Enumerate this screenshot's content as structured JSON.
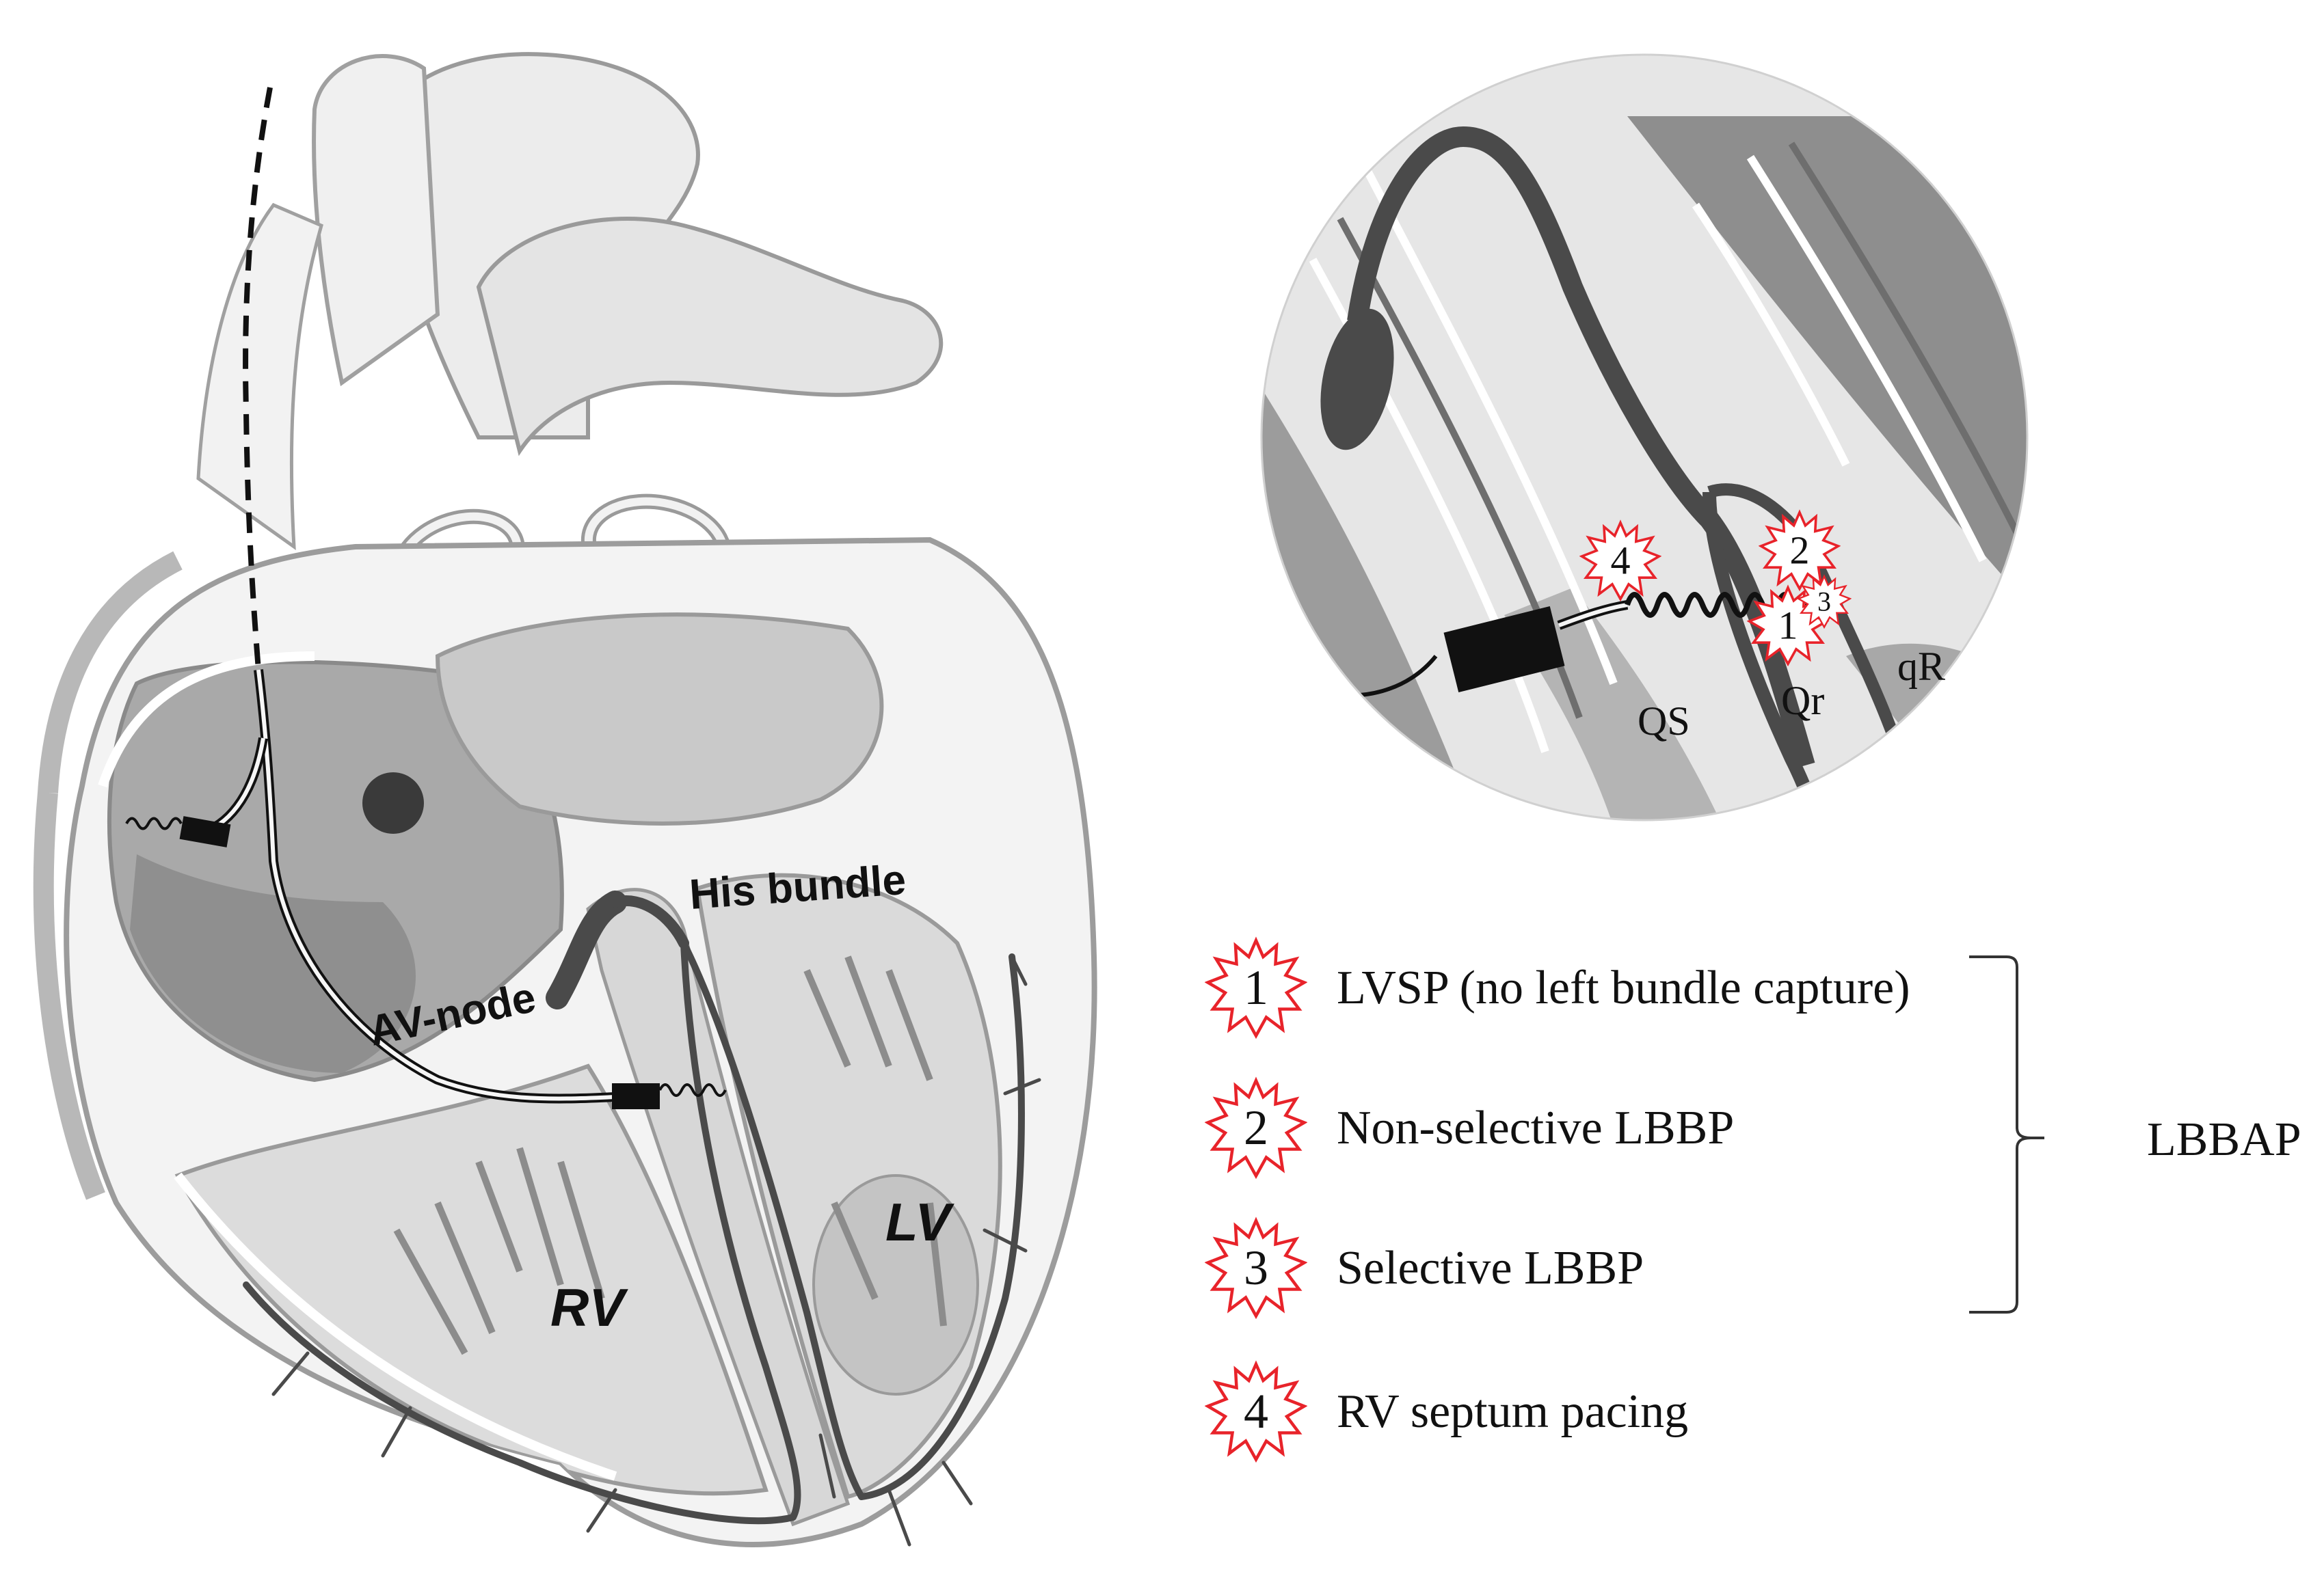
{
  "heart": {
    "labels": {
      "his_bundle": "His bundle",
      "av_node": "AV-node",
      "lv": "LV",
      "rv": "RV"
    }
  },
  "inset": {
    "labels": {
      "qs": "QS",
      "qr": "Qr",
      "qr_lower": "qR"
    },
    "markers": [
      "1",
      "2",
      "3",
      "4"
    ]
  },
  "legend": {
    "items": [
      {
        "number": "1",
        "text": "LVSP (no left bundle capture)"
      },
      {
        "number": "2",
        "text": "Non-selective LBBP"
      },
      {
        "number": "3",
        "text": "Selective LBBP"
      },
      {
        "number": "4",
        "text": "RV septum pacing"
      }
    ],
    "group_label": "LBBAP"
  },
  "colors": {
    "star_stroke": "#e8232a",
    "conduction": "#4a4a4a",
    "tissue_light": "#e6e6e6",
    "tissue_mid": "#bdbdbd",
    "tissue_dark": "#8e8e8e"
  }
}
